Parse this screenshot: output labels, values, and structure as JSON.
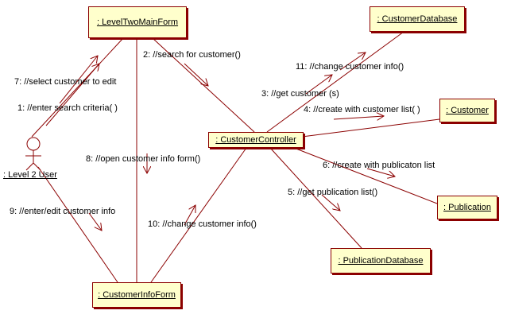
{
  "objects": {
    "level_two_main_form": ": LevelTwoMainForm",
    "customer_database": ": CustomerDatabase",
    "customer_controller": ": CustomerController",
    "customer": ": Customer",
    "publication": ": Publication",
    "publication_database": ": PublicationDatabase",
    "customer_info_form": ": CustomerInfoForm"
  },
  "actor": {
    "label": ": Level 2 User"
  },
  "messages": {
    "m1": "1: //enter search criteria( )",
    "m2": "2: //search for customer()",
    "m3": "3: //get customer (s)",
    "m4": "4: //create with customer list( )",
    "m5": "5: //get publication list()",
    "m6": "6: //create with publicaton list",
    "m7": "7: //select customer to edit",
    "m8": "8: //open customer info form()",
    "m9": "9: //enter/edit customer info",
    "m10": "10: //change customer info()",
    "m11": "11: //change customer info()"
  },
  "colors": {
    "object_fill": "#ffffcc",
    "object_border": "#8b0000",
    "link": "#8b0000"
  }
}
